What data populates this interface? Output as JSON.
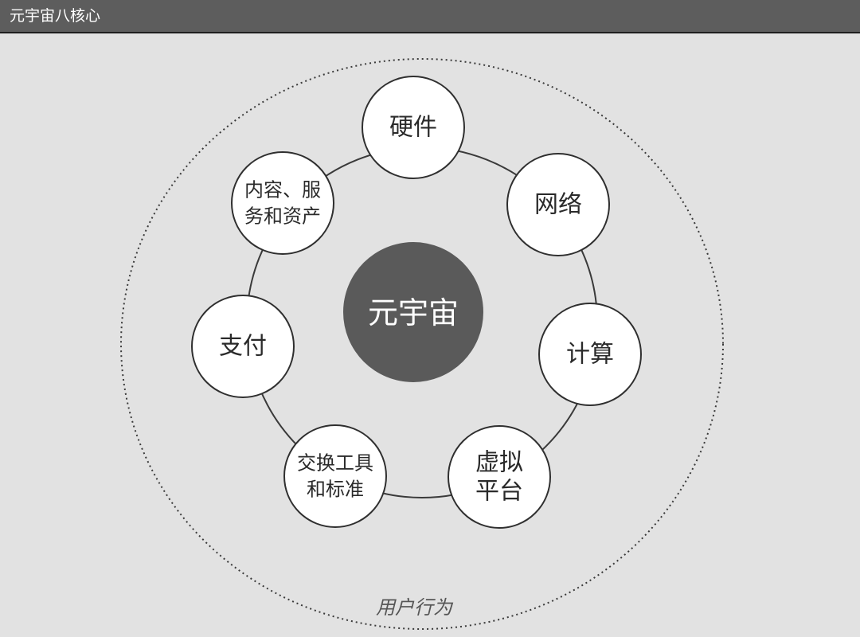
{
  "window": {
    "title": "元宇宙八核心"
  },
  "diagram": {
    "center": {
      "label": "元宇宙"
    },
    "outer_label": "用户行为",
    "nodes": [
      {
        "key": "hardware",
        "lines": [
          "硬件"
        ]
      },
      {
        "key": "network",
        "lines": [
          "网络"
        ]
      },
      {
        "key": "computing",
        "lines": [
          "计算"
        ]
      },
      {
        "key": "virtual-platform",
        "lines": [
          "虚拟",
          "平台"
        ]
      },
      {
        "key": "exchange-tools",
        "lines": [
          "交换工具",
          "和标准"
        ]
      },
      {
        "key": "payment",
        "lines": [
          "支付"
        ]
      },
      {
        "key": "content-services",
        "lines": [
          "内容、服",
          "务和资产"
        ]
      }
    ]
  },
  "colors": {
    "background": "#e2e2e2",
    "title_bar": "#5d5d5d",
    "center_fill": "#5a5a5a",
    "node_fill": "#ffffff",
    "stroke": "#333333"
  }
}
